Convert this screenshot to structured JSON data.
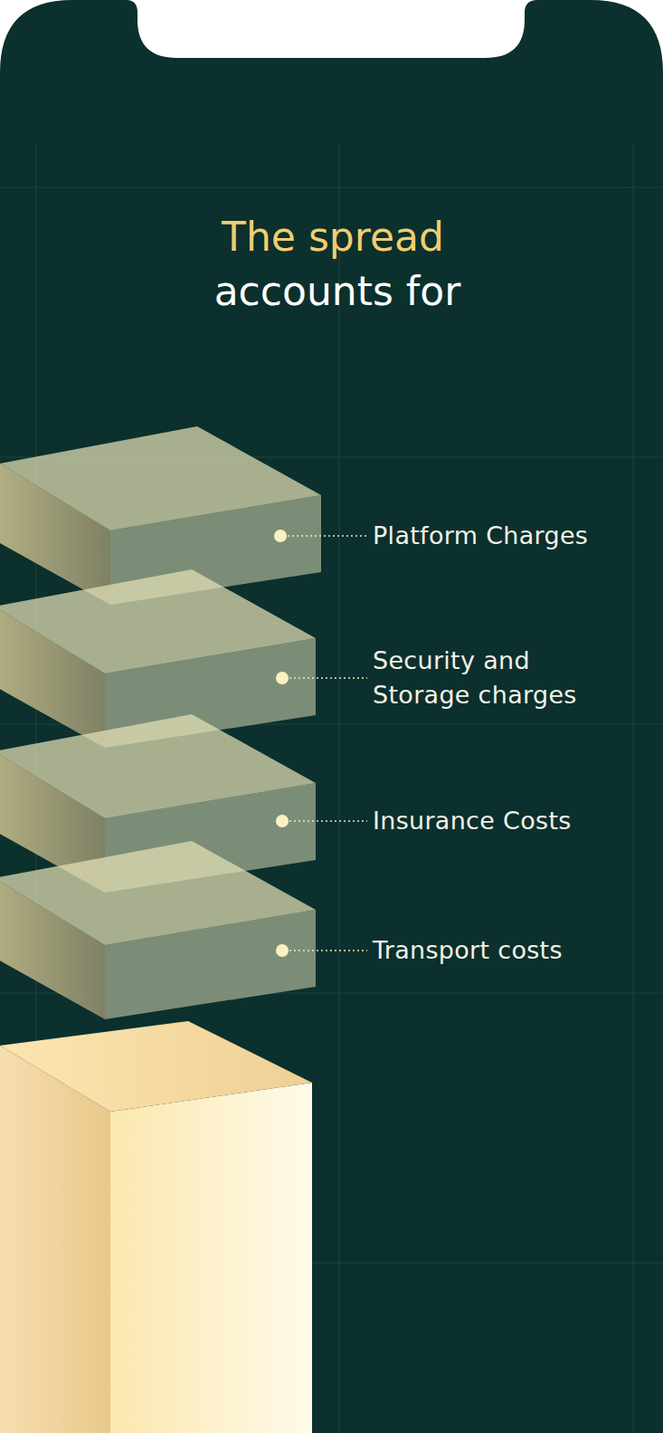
{
  "diagram": {
    "title": "The spread",
    "labels": [
      "accounts for",
      "Platform Charges",
      "Security and Storage charges",
      "Insurance Costs",
      "Transport costs"
    ]
  }
}
